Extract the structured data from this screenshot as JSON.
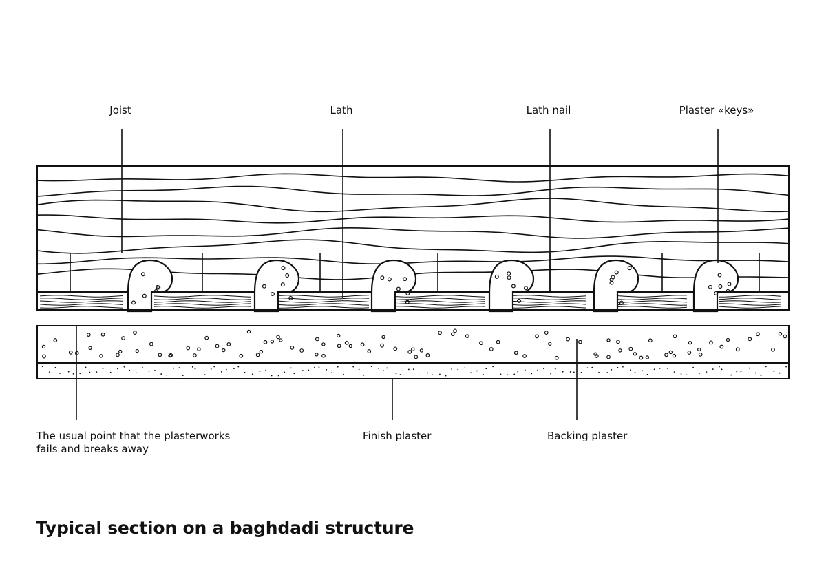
{
  "labels": {
    "joist": "Joist",
    "lath": "Lath",
    "lath_nail": "Lath nail",
    "plaster_keys": "Plaster «keys»",
    "failure_note_line1": "The usual point that the plasterworks",
    "failure_note_line2": "fails and breaks away",
    "finish_plaster": "Finish plaster",
    "backing_plaster": "Backing plaster"
  },
  "title": "Typical section on a baghdadi structure",
  "colors": {
    "ink": "#111111",
    "background": "#ffffff"
  }
}
